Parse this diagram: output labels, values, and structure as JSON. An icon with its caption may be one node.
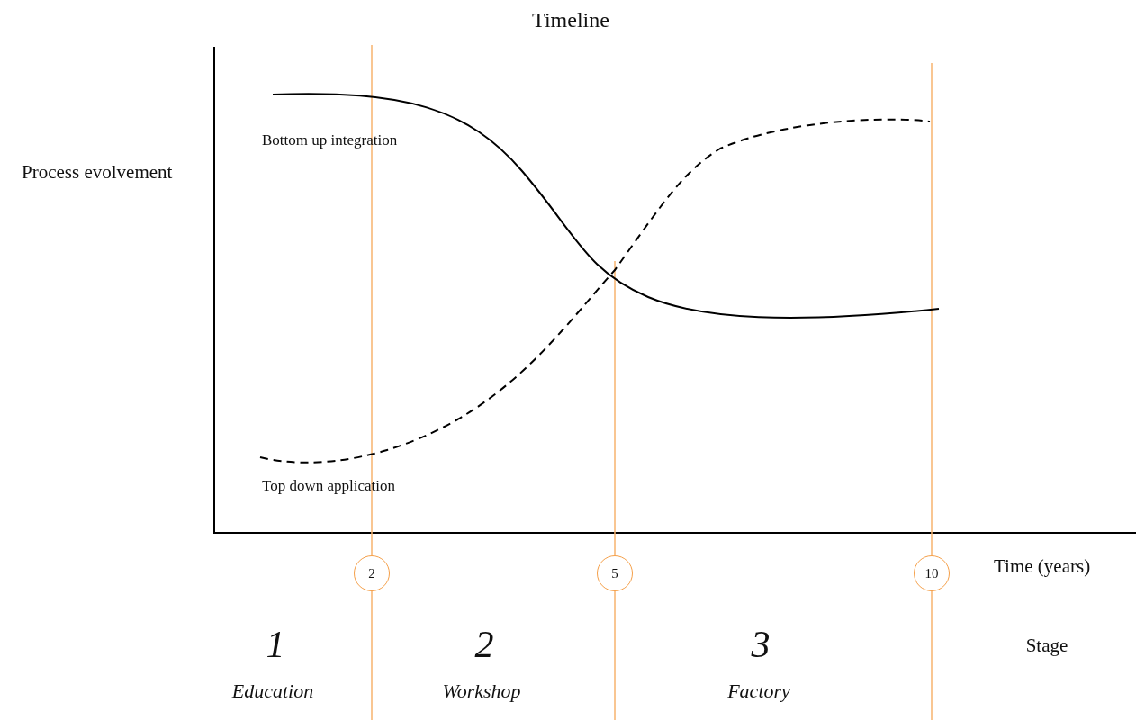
{
  "diagram": {
    "title": "Timeline",
    "nodes": [
      {
        "text": [
          "2"
        ]
      },
      {
        "text": [
          "5"
        ]
      },
      {
        "text": [
          "10"
        ]
      }
    ],
    "labels": [
      "Bottom up integration",
      "Process evolvement",
      "Top down application",
      "Time (years)",
      "1",
      "2",
      "3",
      "Stage",
      "Education",
      "Workshop",
      "Factory"
    ]
  }
}
